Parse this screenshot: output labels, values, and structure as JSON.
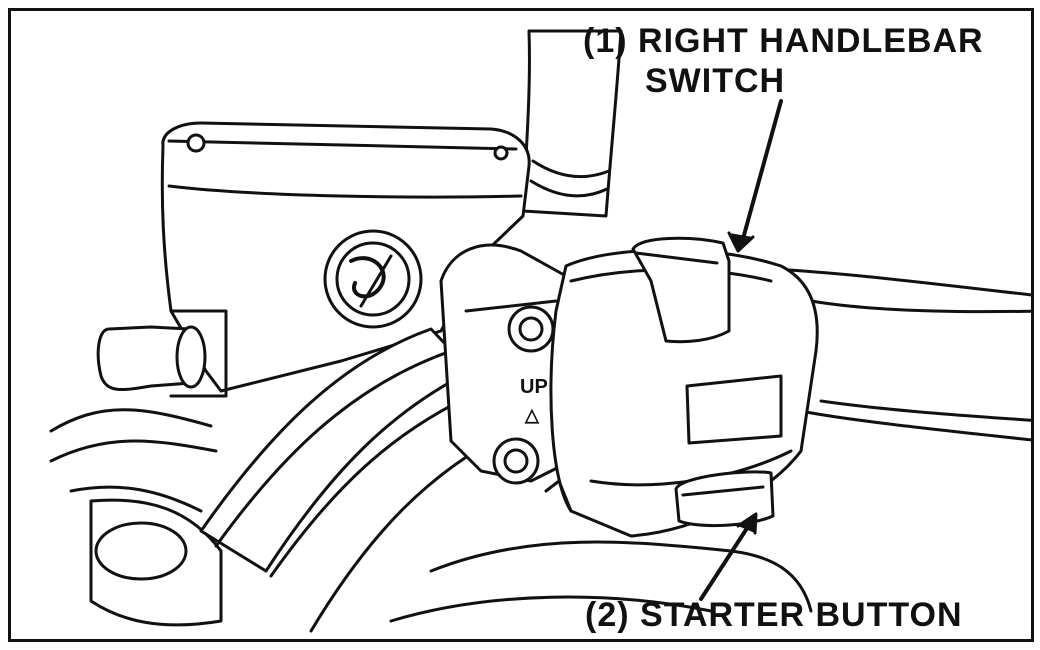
{
  "labels": {
    "handlebar_switch": {
      "number": "(1)",
      "line1": "RIGHT HANDLEBAR",
      "line2": "SWITCH"
    },
    "starter_button": {
      "number": "(2)",
      "text": "STARTER BUTTON"
    }
  },
  "switch_marking": {
    "up": "UP",
    "arrow": "△"
  },
  "colors": {
    "ink": "#111111",
    "paper": "#ffffff"
  }
}
